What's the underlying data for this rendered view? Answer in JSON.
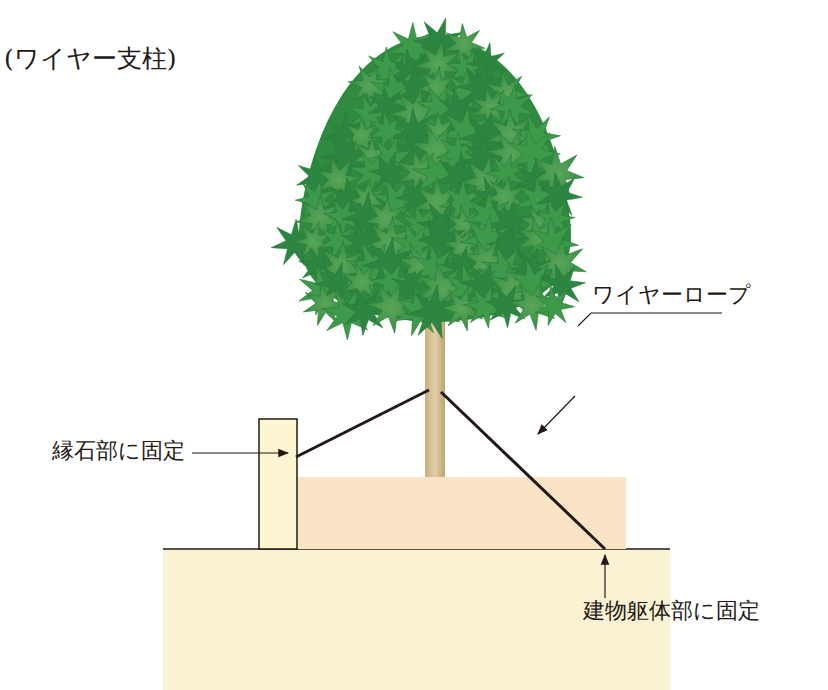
{
  "diagram": {
    "title": "(ワイヤー支柱)",
    "labels": [
      "ワイヤーロープ",
      "縁石部に固定",
      "建物躯体部に固定"
    ]
  }
}
